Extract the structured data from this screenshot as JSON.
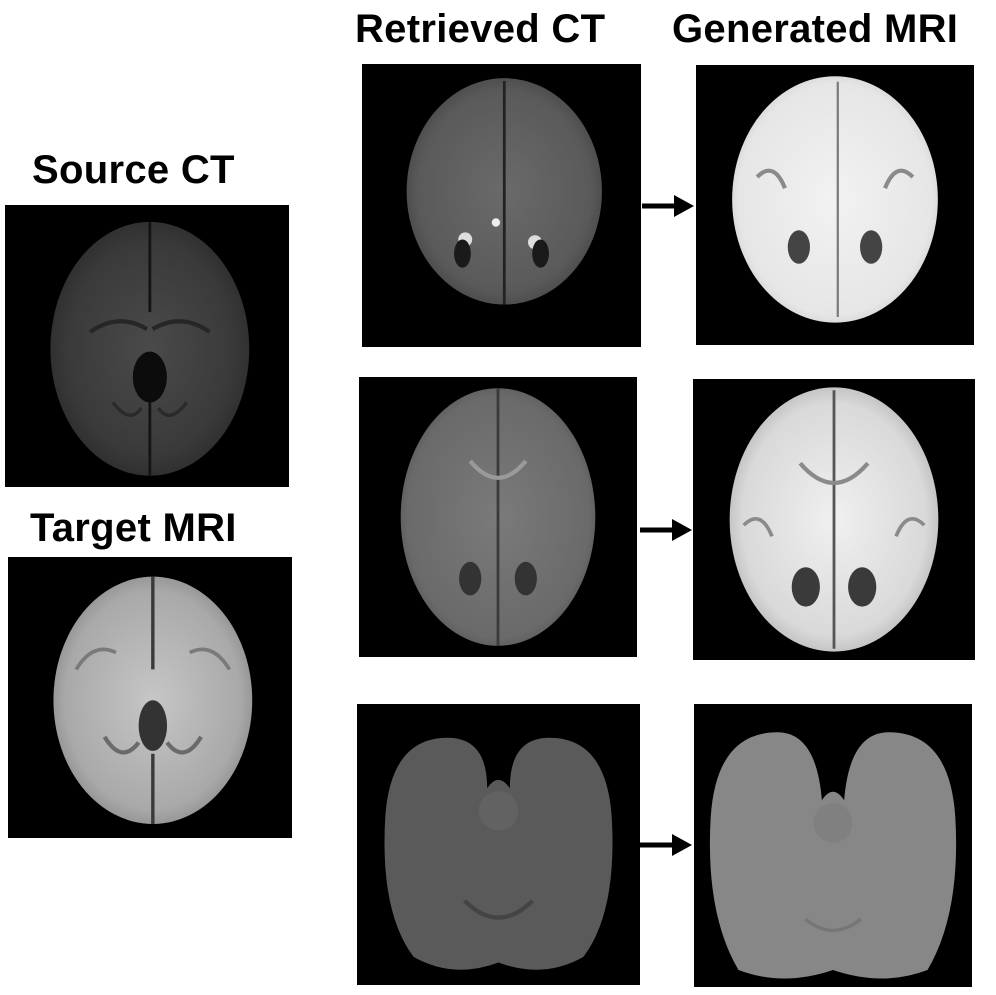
{
  "labels": {
    "source_ct": "Source CT",
    "target_mri": "Target MRI",
    "retrieved_ct": "Retrieved CT",
    "generated_mri": "Generated MRI"
  },
  "colors": {
    "background": "#ffffff",
    "panel": "#000000",
    "arrow": "#000000"
  }
}
